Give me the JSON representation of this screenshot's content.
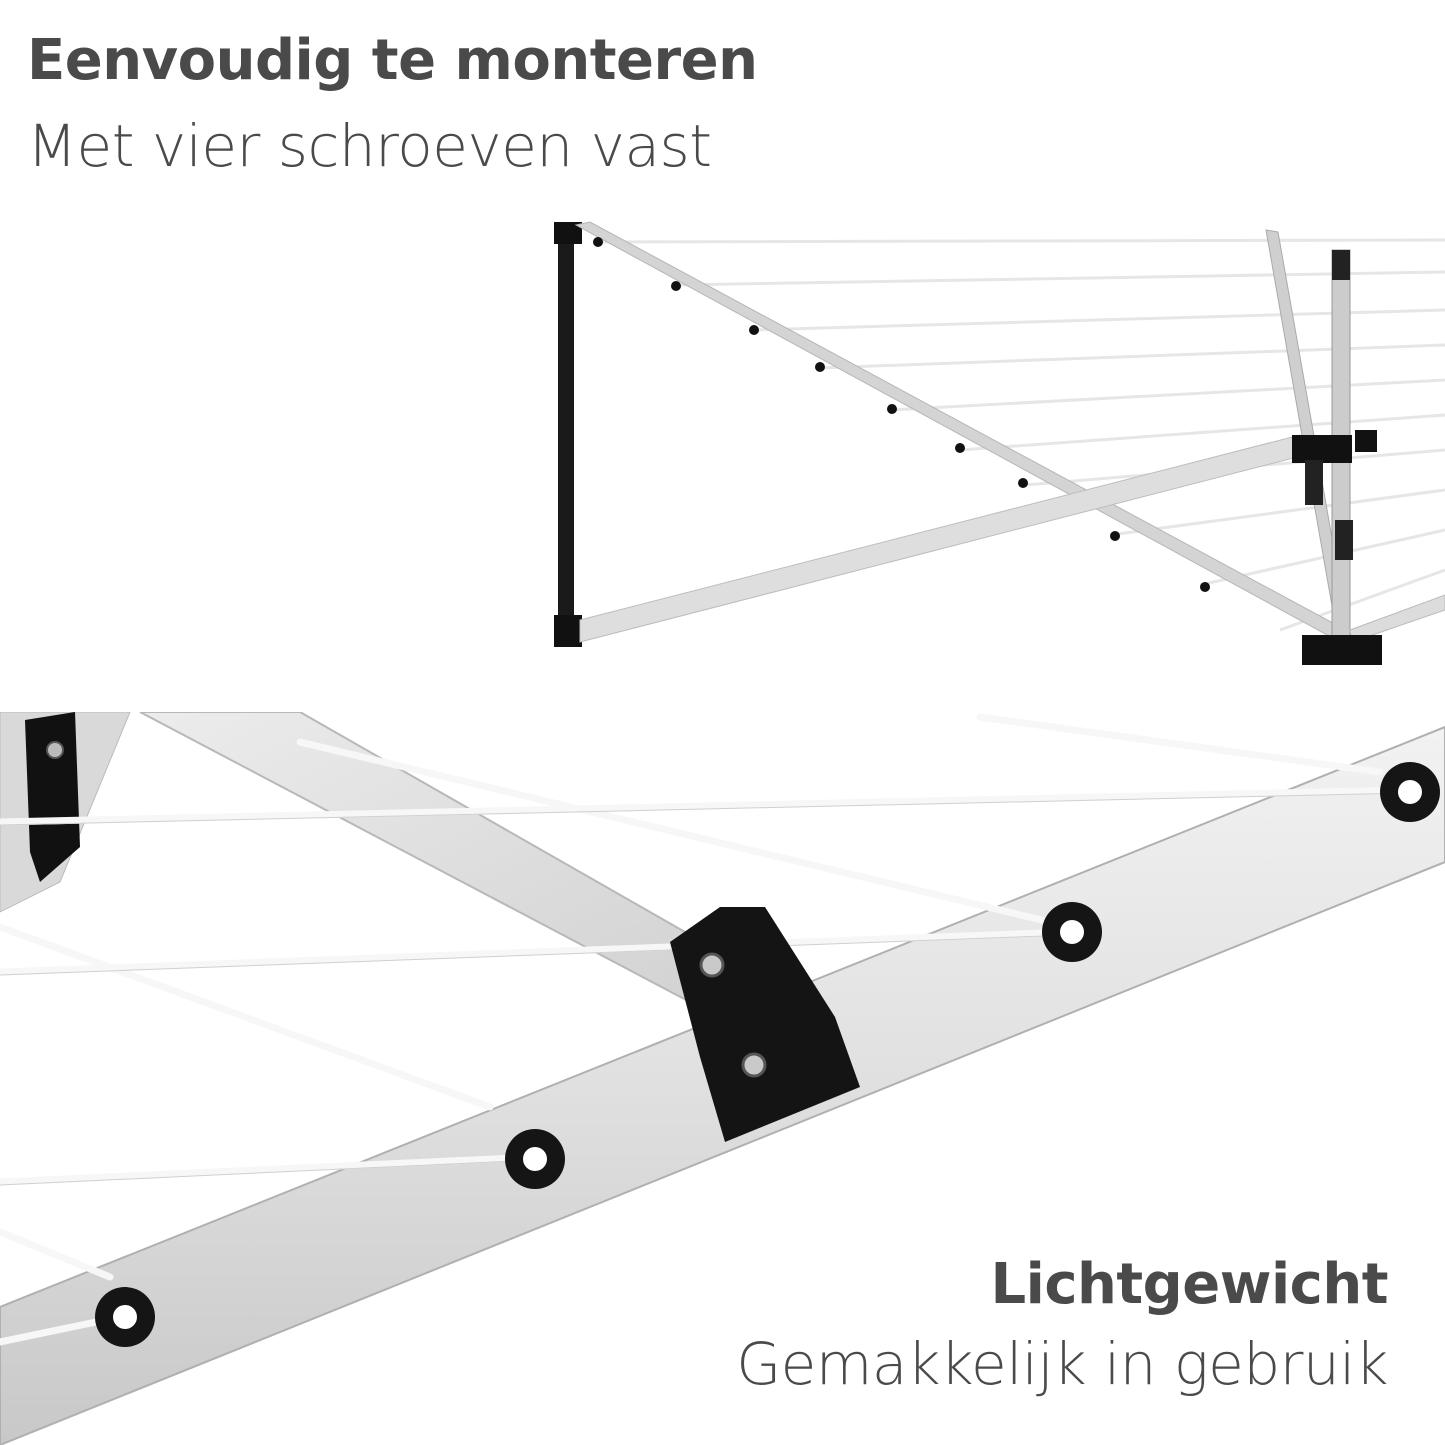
{
  "top_feature": {
    "title": "Eenvoudig te monteren",
    "subtitle": "Met vier schroeven vast"
  },
  "bottom_feature": {
    "title": "Lichtgewicht",
    "subtitle": "Gemakkelijk in gebruik"
  },
  "colors": {
    "text": "#4a4a4a",
    "frame": "#dcdcdc",
    "bracket": "#111111",
    "line": "#f4f4f4",
    "background": "#ffffff"
  }
}
